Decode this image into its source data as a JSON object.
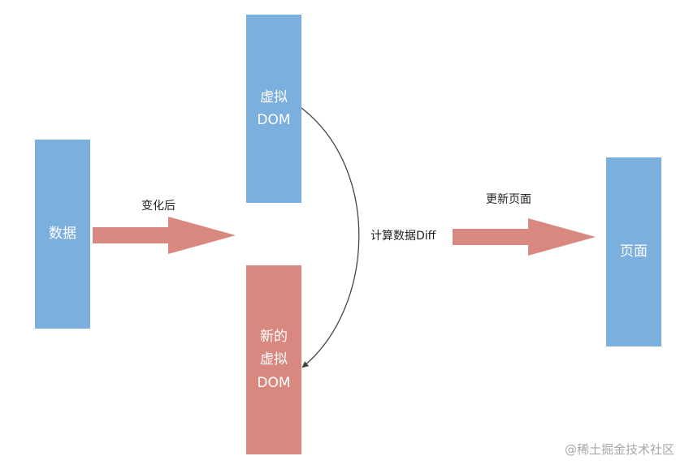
{
  "boxes": {
    "data": {
      "line1": "数据"
    },
    "vdom": {
      "line1": "虚拟",
      "line2": "DOM"
    },
    "new_vdom": {
      "line1": "新的",
      "line2": "虚拟",
      "line3": "DOM"
    },
    "page": {
      "line1": "页面"
    }
  },
  "labels": {
    "changed": "变化后",
    "diff": "计算数据Diff",
    "update": "更新页面"
  },
  "watermark": "@稀土掘金技术社区",
  "colors": {
    "blue_box": "#7aafde",
    "red_box": "#d98880",
    "arrow": "#d98880",
    "curve": "#444444"
  }
}
